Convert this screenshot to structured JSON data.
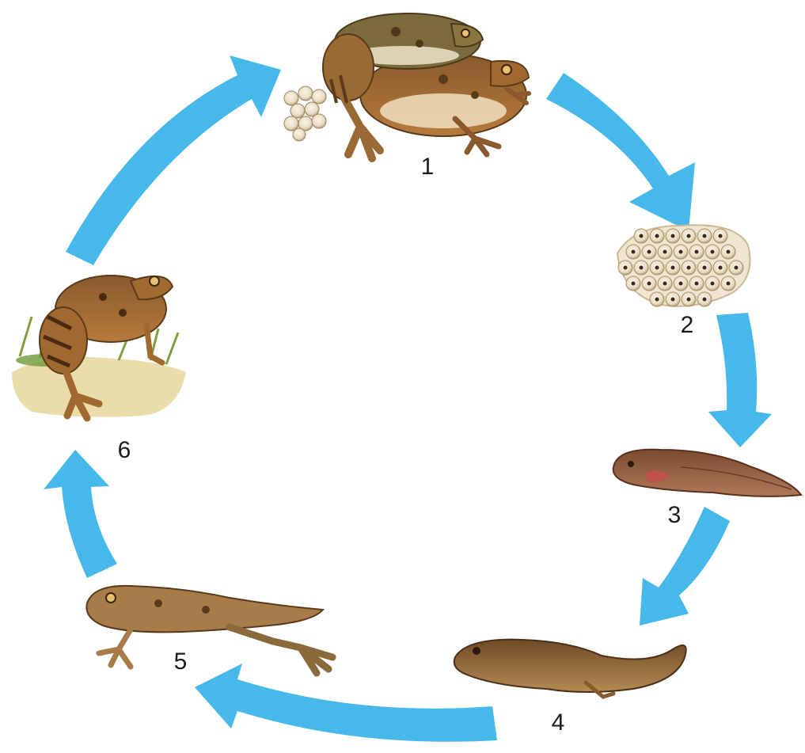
{
  "diagram": {
    "stages": [
      {
        "number": "1",
        "icon": "mating-frogs-with-eggs-icon"
      },
      {
        "number": "2",
        "icon": "frog-spawn-icon"
      },
      {
        "number": "3",
        "icon": "tadpole-icon"
      },
      {
        "number": "4",
        "icon": "tadpole-with-legs-icon"
      },
      {
        "number": "5",
        "icon": "froglet-with-tail-icon"
      },
      {
        "number": "6",
        "icon": "adult-frog-icon"
      }
    ],
    "arrow_color": "#47b8ea"
  }
}
